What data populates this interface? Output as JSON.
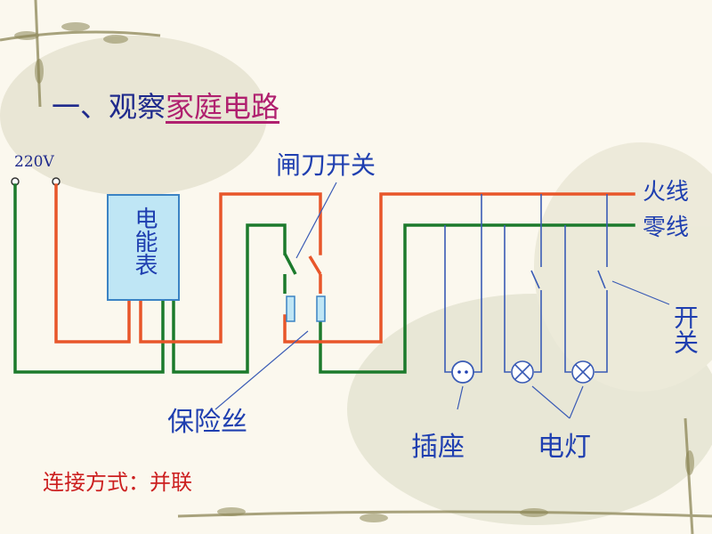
{
  "title": {
    "prefix": "一、观察",
    "highlight": "家庭电路"
  },
  "labels": {
    "voltage": "220V",
    "knife_switch": "闸刀开关",
    "live_wire": "火线",
    "neutral_wire": "零线",
    "meter": "电能表",
    "switch": "开关",
    "fuse": "保险丝",
    "socket": "插座",
    "lamp": "电灯"
  },
  "connection": "连接方式：并联",
  "colors": {
    "live": "#e8562a",
    "neutral": "#1c7a2c",
    "branch": "#3a5bb5",
    "text_blue": "#1f3fb0",
    "text_red": "#cc2020",
    "title_highlight": "#b0206f"
  }
}
